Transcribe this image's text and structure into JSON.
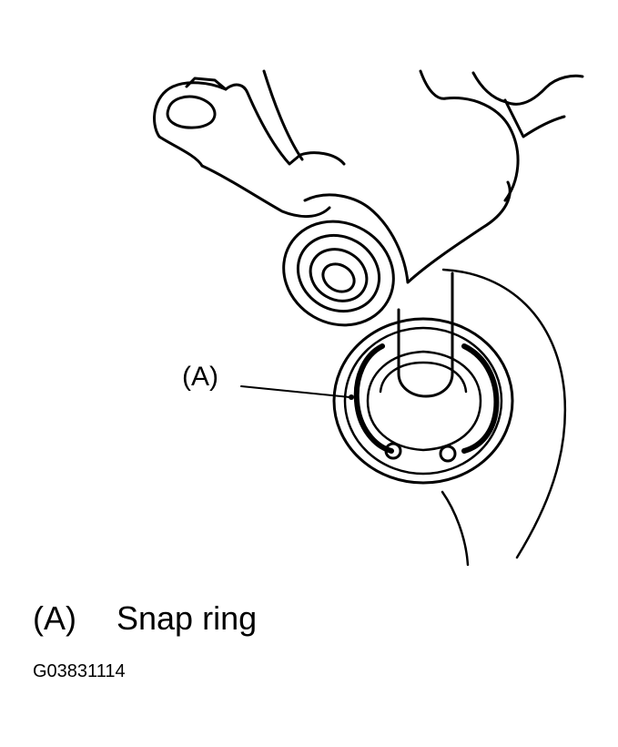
{
  "callout": {
    "label": "(A)"
  },
  "legend": {
    "key": "(A)",
    "text": "Snap ring"
  },
  "figure_id": "G03831114",
  "colors": {
    "ink": "#000000",
    "paper": "#ffffff"
  }
}
